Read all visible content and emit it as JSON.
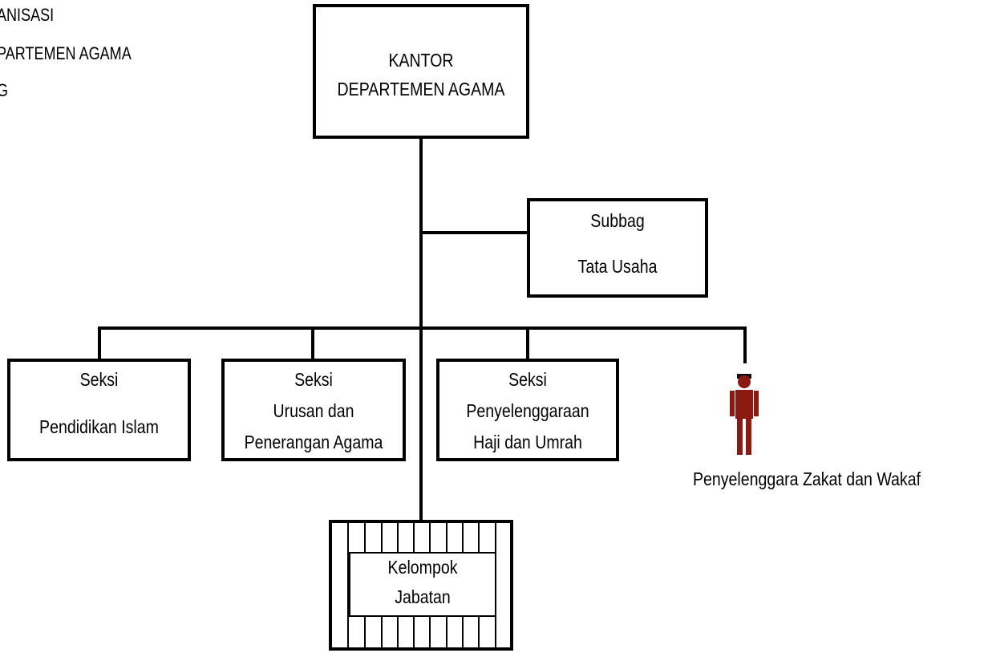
{
  "title": {
    "line1": "ANISASI",
    "line2": "PARTEMEN AGAMA",
    "line3": "G"
  },
  "nodes": {
    "kantor": {
      "line1": "KANTOR",
      "line2": "DEPARTEMEN AGAMA"
    },
    "subbag": {
      "line1": "Subbag",
      "line2": "Tata Usaha"
    },
    "seksi_pendidikan": {
      "line1": "Seksi",
      "line2": "Pendidikan Islam"
    },
    "seksi_urusan": {
      "line1": "Seksi",
      "line2": "Urusan dan",
      "line3": "Penerangan Agama"
    },
    "seksi_haji": {
      "line1": "Seksi",
      "line2": "Penyelenggaraan",
      "line3": "Haji dan Umrah"
    },
    "zakat": {
      "label": "Penyelenggara Zakat dan Wakaf",
      "icon": "person-icon"
    },
    "jabatan": {
      "line1": "Kelompok",
      "line2": "Jabatan"
    }
  },
  "colors": {
    "line": "#000000",
    "person": "#8b1a12",
    "person_hat": "#111111"
  }
}
